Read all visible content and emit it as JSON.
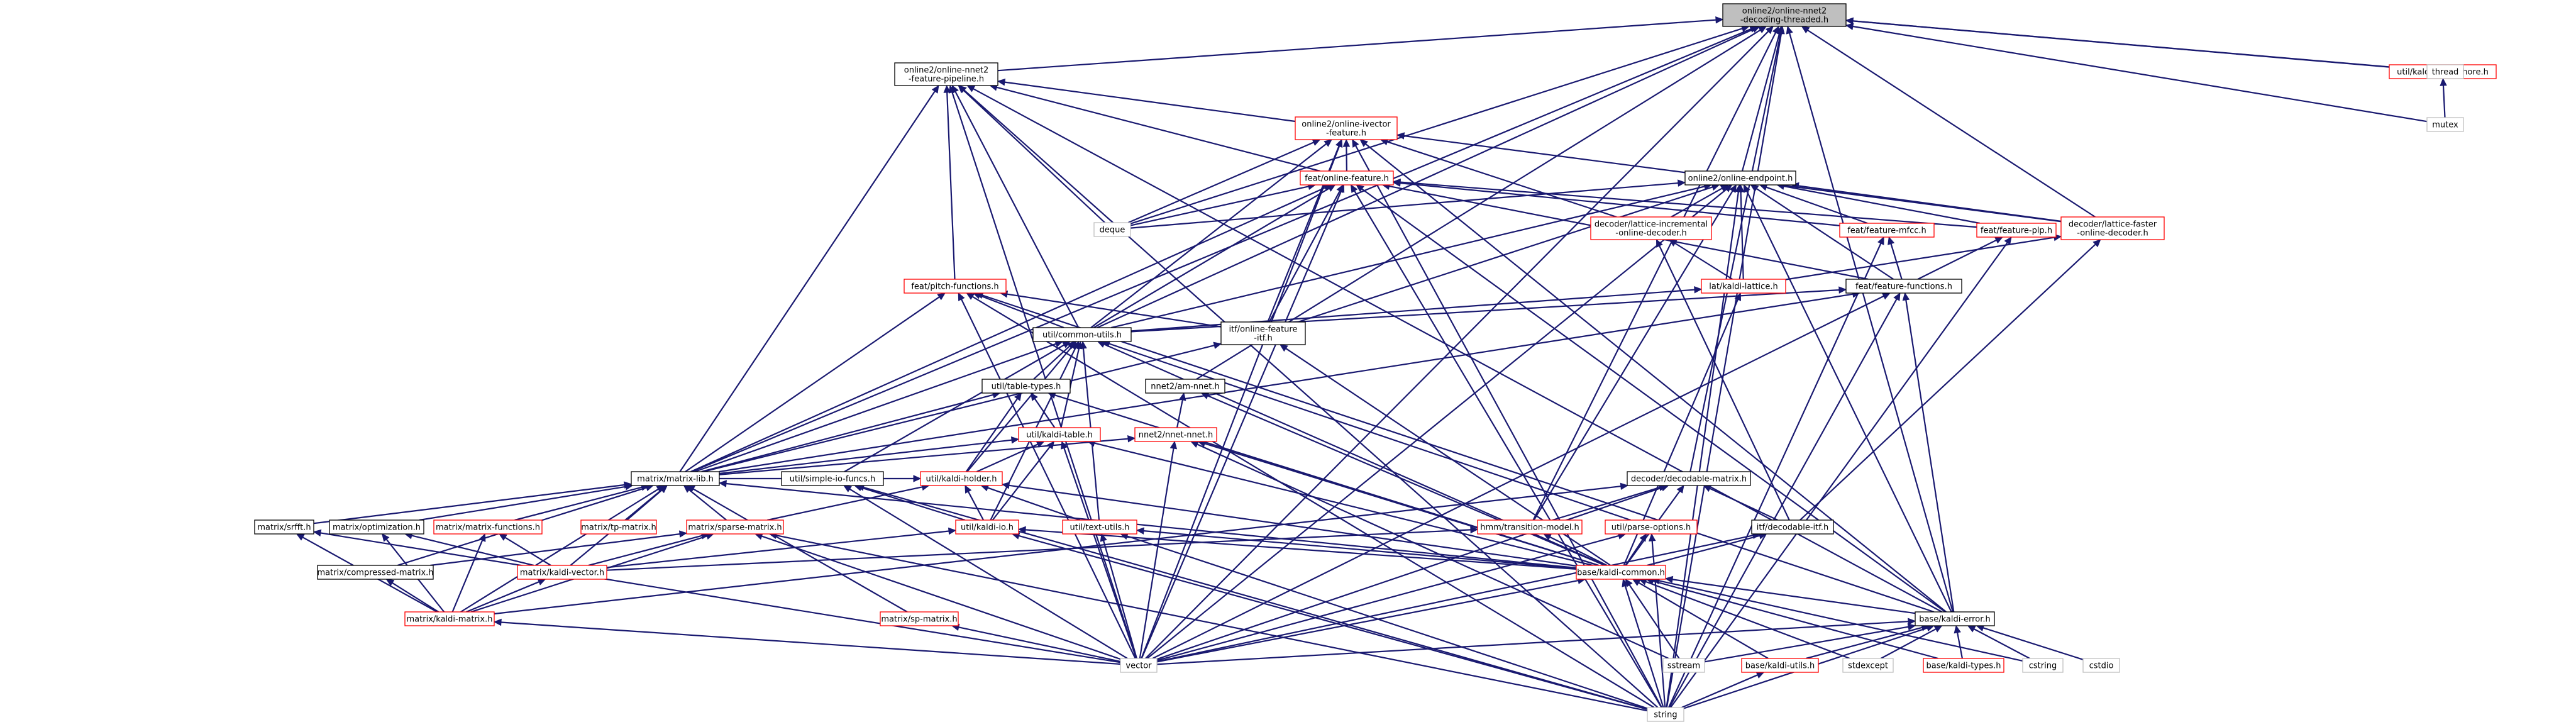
{
  "colors": {
    "edge": "#191970",
    "root_fill": "#bfbfbf",
    "node_fill": "#ffffff",
    "node_border_documented": "#000000",
    "node_border_undocumented": "#ff0000",
    "node_border_system": "#bfbfbf"
  },
  "nodes": [
    {
      "id": "root",
      "lines": [
        "online2/online-nnet2",
        "-decoding-threaded.h"
      ],
      "kind": "root"
    },
    {
      "id": "fp",
      "lines": [
        "online2/online-nnet2",
        "-feature-pipeline.h"
      ],
      "kind": "documented"
    },
    {
      "id": "sem",
      "lines": [
        "util/kaldi-semaphore.h"
      ],
      "kind": "undocumented"
    },
    {
      "id": "thread",
      "lines": [
        "thread"
      ],
      "kind": "system"
    },
    {
      "id": "mutex",
      "lines": [
        "mutex"
      ],
      "kind": "system"
    },
    {
      "id": "ivec",
      "lines": [
        "online2/online-ivector",
        "-feature.h"
      ],
      "kind": "undocumented"
    },
    {
      "id": "endp",
      "lines": [
        "online2/online-endpoint.h"
      ],
      "kind": "documented"
    },
    {
      "id": "onlinefeat",
      "lines": [
        "feat/online-feature.h"
      ],
      "kind": "undocumented"
    },
    {
      "id": "deque",
      "lines": [
        "deque"
      ],
      "kind": "system"
    },
    {
      "id": "incr",
      "lines": [
        "decoder/lattice-incremental",
        "-online-decoder.h"
      ],
      "kind": "undocumented"
    },
    {
      "id": "mfcc",
      "lines": [
        "feat/feature-mfcc.h"
      ],
      "kind": "undocumented"
    },
    {
      "id": "plp",
      "lines": [
        "feat/feature-plp.h"
      ],
      "kind": "undocumented"
    },
    {
      "id": "faster",
      "lines": [
        "decoder/lattice-faster",
        "-online-decoder.h"
      ],
      "kind": "undocumented"
    },
    {
      "id": "pitch",
      "lines": [
        "feat/pitch-functions.h"
      ],
      "kind": "undocumented"
    },
    {
      "id": "kaldilat",
      "lines": [
        "lat/kaldi-lattice.h"
      ],
      "kind": "undocumented"
    },
    {
      "id": "featfunc",
      "lines": [
        "feat/feature-functions.h"
      ],
      "kind": "documented"
    },
    {
      "id": "common",
      "lines": [
        "util/common-utils.h"
      ],
      "kind": "documented"
    },
    {
      "id": "itfonline",
      "lines": [
        "itf/online-feature",
        "-itf.h"
      ],
      "kind": "documented"
    },
    {
      "id": "tabletypes",
      "lines": [
        "util/table-types.h"
      ],
      "kind": "documented"
    },
    {
      "id": "amnnet",
      "lines": [
        "nnet2/am-nnet.h"
      ],
      "kind": "documented"
    },
    {
      "id": "kalditable",
      "lines": [
        "util/kaldi-table.h"
      ],
      "kind": "undocumented"
    },
    {
      "id": "nnetnnet",
      "lines": [
        "nnet2/nnet-nnet.h"
      ],
      "kind": "undocumented"
    },
    {
      "id": "matlib",
      "lines": [
        "matrix/matrix-lib.h"
      ],
      "kind": "documented"
    },
    {
      "id": "simpleio",
      "lines": [
        "util/simple-io-funcs.h"
      ],
      "kind": "documented"
    },
    {
      "id": "holder",
      "lines": [
        "util/kaldi-holder.h"
      ],
      "kind": "undocumented"
    },
    {
      "id": "decodmat",
      "lines": [
        "decoder/decodable-matrix.h"
      ],
      "kind": "documented"
    },
    {
      "id": "srfft",
      "lines": [
        "matrix/srfft.h"
      ],
      "kind": "documented"
    },
    {
      "id": "optim",
      "lines": [
        "matrix/optimization.h"
      ],
      "kind": "documented"
    },
    {
      "id": "matfunc",
      "lines": [
        "matrix/matrix-functions.h"
      ],
      "kind": "undocumented"
    },
    {
      "id": "tpmat",
      "lines": [
        "matrix/tp-matrix.h"
      ],
      "kind": "undocumented"
    },
    {
      "id": "sparse",
      "lines": [
        "matrix/sparse-matrix.h"
      ],
      "kind": "undocumented"
    },
    {
      "id": "kaldiio",
      "lines": [
        "util/kaldi-io.h"
      ],
      "kind": "undocumented"
    },
    {
      "id": "textutils",
      "lines": [
        "util/text-utils.h"
      ],
      "kind": "undocumented"
    },
    {
      "id": "transmodel",
      "lines": [
        "hmm/transition-model.h"
      ],
      "kind": "undocumented"
    },
    {
      "id": "parseopt",
      "lines": [
        "util/parse-options.h"
      ],
      "kind": "undocumented"
    },
    {
      "id": "decitf",
      "lines": [
        "itf/decodable-itf.h"
      ],
      "kind": "documented"
    },
    {
      "id": "compmat",
      "lines": [
        "matrix/compressed-matrix.h"
      ],
      "kind": "documented"
    },
    {
      "id": "kvector",
      "lines": [
        "matrix/kaldi-vector.h"
      ],
      "kind": "undocumented"
    },
    {
      "id": "kcommon",
      "lines": [
        "base/kaldi-common.h"
      ],
      "kind": "undocumented"
    },
    {
      "id": "kmatrix",
      "lines": [
        "matrix/kaldi-matrix.h"
      ],
      "kind": "undocumented"
    },
    {
      "id": "spmat",
      "lines": [
        "matrix/sp-matrix.h"
      ],
      "kind": "undocumented"
    },
    {
      "id": "kerror",
      "lines": [
        "base/kaldi-error.h"
      ],
      "kind": "documented"
    },
    {
      "id": "vector",
      "lines": [
        "vector"
      ],
      "kind": "system"
    },
    {
      "id": "sstream",
      "lines": [
        "sstream"
      ],
      "kind": "system"
    },
    {
      "id": "kutils",
      "lines": [
        "base/kaldi-utils.h"
      ],
      "kind": "undocumented"
    },
    {
      "id": "stdexcept",
      "lines": [
        "stdexcept"
      ],
      "kind": "system"
    },
    {
      "id": "ktypes",
      "lines": [
        "base/kaldi-types.h"
      ],
      "kind": "undocumented"
    },
    {
      "id": "cstring",
      "lines": [
        "cstring"
      ],
      "kind": "system"
    },
    {
      "id": "cstdio",
      "lines": [
        "cstdio"
      ],
      "kind": "system"
    },
    {
      "id": "string",
      "lines": [
        "string"
      ],
      "kind": "system"
    }
  ],
  "edges": [
    [
      "root",
      "fp"
    ],
    [
      "root",
      "sem"
    ],
    [
      "root",
      "thread"
    ],
    [
      "root",
      "mutex"
    ],
    [
      "root",
      "endp"
    ],
    [
      "root",
      "deque"
    ],
    [
      "root",
      "faster"
    ],
    [
      "root",
      "amnnet"
    ],
    [
      "root",
      "transmodel"
    ],
    [
      "root",
      "decodmat"
    ],
    [
      "root",
      "matlib"
    ],
    [
      "root",
      "common"
    ],
    [
      "root",
      "kerror"
    ],
    [
      "root",
      "vector"
    ],
    [
      "root",
      "string"
    ],
    [
      "sem",
      "mutex"
    ],
    [
      "fp",
      "ivec"
    ],
    [
      "fp",
      "onlinefeat"
    ],
    [
      "fp",
      "pitch"
    ],
    [
      "fp",
      "deque"
    ],
    [
      "fp",
      "common"
    ],
    [
      "fp",
      "matlib"
    ],
    [
      "fp",
      "kerror"
    ],
    [
      "fp",
      "vector"
    ],
    [
      "fp",
      "string"
    ],
    [
      "ivec",
      "onlinefeat"
    ],
    [
      "ivec",
      "incr"
    ],
    [
      "ivec",
      "faster"
    ],
    [
      "ivec",
      "deque"
    ],
    [
      "ivec",
      "common"
    ],
    [
      "ivec",
      "itfonline"
    ],
    [
      "ivec",
      "vector"
    ],
    [
      "ivec",
      "string"
    ],
    [
      "ivec",
      "kerror"
    ],
    [
      "onlinefeat",
      "mfcc"
    ],
    [
      "onlinefeat",
      "plp"
    ],
    [
      "onlinefeat",
      "featfunc"
    ],
    [
      "onlinefeat",
      "deque"
    ],
    [
      "onlinefeat",
      "common"
    ],
    [
      "onlinefeat",
      "itfonline"
    ],
    [
      "onlinefeat",
      "matlib"
    ],
    [
      "onlinefeat",
      "vector"
    ],
    [
      "onlinefeat",
      "string"
    ],
    [
      "onlinefeat",
      "kerror"
    ],
    [
      "endp",
      "incr"
    ],
    [
      "endp",
      "faster"
    ],
    [
      "endp",
      "featfunc"
    ],
    [
      "endp",
      "mfcc"
    ],
    [
      "endp",
      "plp"
    ],
    [
      "endp",
      "kaldilat"
    ],
    [
      "endp",
      "deque"
    ],
    [
      "endp",
      "transmodel"
    ],
    [
      "endp",
      "common"
    ],
    [
      "endp",
      "itfonline"
    ],
    [
      "endp",
      "vector"
    ],
    [
      "endp",
      "string"
    ],
    [
      "endp",
      "kerror"
    ],
    [
      "incr",
      "kaldilat"
    ],
    [
      "incr",
      "decitf"
    ],
    [
      "faster",
      "kaldilat"
    ],
    [
      "faster",
      "decitf"
    ],
    [
      "mfcc",
      "featfunc"
    ],
    [
      "mfcc",
      "string"
    ],
    [
      "plp",
      "featfunc"
    ],
    [
      "plp",
      "string"
    ],
    [
      "pitch",
      "common"
    ],
    [
      "pitch",
      "itfonline"
    ],
    [
      "pitch",
      "matlib"
    ],
    [
      "pitch",
      "vector"
    ],
    [
      "pitch",
      "string"
    ],
    [
      "pitch",
      "kerror"
    ],
    [
      "kaldilat",
      "common"
    ],
    [
      "kaldilat",
      "kcommon"
    ],
    [
      "featfunc",
      "common"
    ],
    [
      "featfunc",
      "matlib"
    ],
    [
      "featfunc",
      "string"
    ],
    [
      "featfunc",
      "vector"
    ],
    [
      "featfunc",
      "kerror"
    ],
    [
      "common",
      "tabletypes"
    ],
    [
      "common",
      "kalditable"
    ],
    [
      "common",
      "holder"
    ],
    [
      "common",
      "kaldiio"
    ],
    [
      "common",
      "simpleio"
    ],
    [
      "common",
      "textutils"
    ],
    [
      "common",
      "parseopt"
    ],
    [
      "common",
      "kcommon"
    ],
    [
      "common",
      "matlib"
    ],
    [
      "itfonline",
      "matlib"
    ],
    [
      "itfonline",
      "kcommon"
    ],
    [
      "tabletypes",
      "kalditable"
    ],
    [
      "tabletypes",
      "holder"
    ],
    [
      "tabletypes",
      "matlib"
    ],
    [
      "tabletypes",
      "kcommon"
    ],
    [
      "amnnet",
      "nnetnnet"
    ],
    [
      "amnnet",
      "kcommon"
    ],
    [
      "nnetnnet",
      "matlib"
    ],
    [
      "nnetnnet",
      "kcommon"
    ],
    [
      "nnetnnet",
      "vector"
    ],
    [
      "nnetnnet",
      "sstream"
    ],
    [
      "kalditable",
      "holder"
    ],
    [
      "kalditable",
      "kaldiio"
    ],
    [
      "kalditable",
      "matlib"
    ],
    [
      "kalditable",
      "vector"
    ],
    [
      "kalditable",
      "kcommon"
    ],
    [
      "holder",
      "kaldiio"
    ],
    [
      "holder",
      "sparse"
    ],
    [
      "holder",
      "matlib"
    ],
    [
      "holder",
      "textutils"
    ],
    [
      "holder",
      "kcommon"
    ],
    [
      "simpleio",
      "kaldiio"
    ],
    [
      "simpleio",
      "vector"
    ],
    [
      "simpleio",
      "string"
    ],
    [
      "matlib",
      "srfft"
    ],
    [
      "matlib",
      "optim"
    ],
    [
      "matlib",
      "matfunc"
    ],
    [
      "matlib",
      "tpmat"
    ],
    [
      "matlib",
      "sparse"
    ],
    [
      "matlib",
      "compmat"
    ],
    [
      "matlib",
      "kvector"
    ],
    [
      "matlib",
      "kmatrix"
    ],
    [
      "matlib",
      "spmat"
    ],
    [
      "matlib",
      "kcommon"
    ],
    [
      "srfft",
      "kmatrix"
    ],
    [
      "srfft",
      "vector"
    ],
    [
      "optim",
      "kvector"
    ],
    [
      "optim",
      "kmatrix"
    ],
    [
      "matfunc",
      "kvector"
    ],
    [
      "matfunc",
      "kmatrix"
    ],
    [
      "sparse",
      "compmat"
    ],
    [
      "sparse",
      "kvector"
    ],
    [
      "sparse",
      "kmatrix"
    ],
    [
      "sparse",
      "vector"
    ],
    [
      "sparse",
      "string"
    ],
    [
      "kaldiio",
      "kcommon"
    ],
    [
      "kaldiio",
      "kvector"
    ],
    [
      "kaldiio",
      "string"
    ],
    [
      "textutils",
      "kcommon"
    ],
    [
      "textutils",
      "vector"
    ],
    [
      "textutils",
      "string"
    ],
    [
      "decodmat",
      "decitf"
    ],
    [
      "decodmat",
      "transmodel"
    ],
    [
      "decodmat",
      "kcommon"
    ],
    [
      "decodmat",
      "vector"
    ],
    [
      "decodmat",
      "kmatrix"
    ],
    [
      "transmodel",
      "kcommon"
    ],
    [
      "transmodel",
      "kvector"
    ],
    [
      "parseopt",
      "kcommon"
    ],
    [
      "parseopt",
      "vector"
    ],
    [
      "parseopt",
      "string"
    ],
    [
      "decitf",
      "kcommon"
    ],
    [
      "decitf",
      "vector"
    ],
    [
      "compmat",
      "kmatrix"
    ],
    [
      "kvector",
      "kmatrix"
    ],
    [
      "spmat",
      "vector"
    ],
    [
      "kcommon",
      "kerror"
    ],
    [
      "kcommon",
      "kutils"
    ],
    [
      "kcommon",
      "ktypes"
    ],
    [
      "kcommon",
      "vector"
    ],
    [
      "kcommon",
      "sstream"
    ],
    [
      "kcommon",
      "stdexcept"
    ],
    [
      "kcommon",
      "cstring"
    ],
    [
      "kcommon",
      "string"
    ],
    [
      "kerror",
      "vector"
    ],
    [
      "kerror",
      "sstream"
    ],
    [
      "kerror",
      "kutils"
    ],
    [
      "kerror",
      "stdexcept"
    ],
    [
      "kerror",
      "ktypes"
    ],
    [
      "kerror",
      "cstring"
    ],
    [
      "kerror",
      "cstdio"
    ],
    [
      "kerror",
      "string"
    ],
    [
      "kutils",
      "string"
    ],
    [
      "kmatrix",
      "vector"
    ]
  ]
}
